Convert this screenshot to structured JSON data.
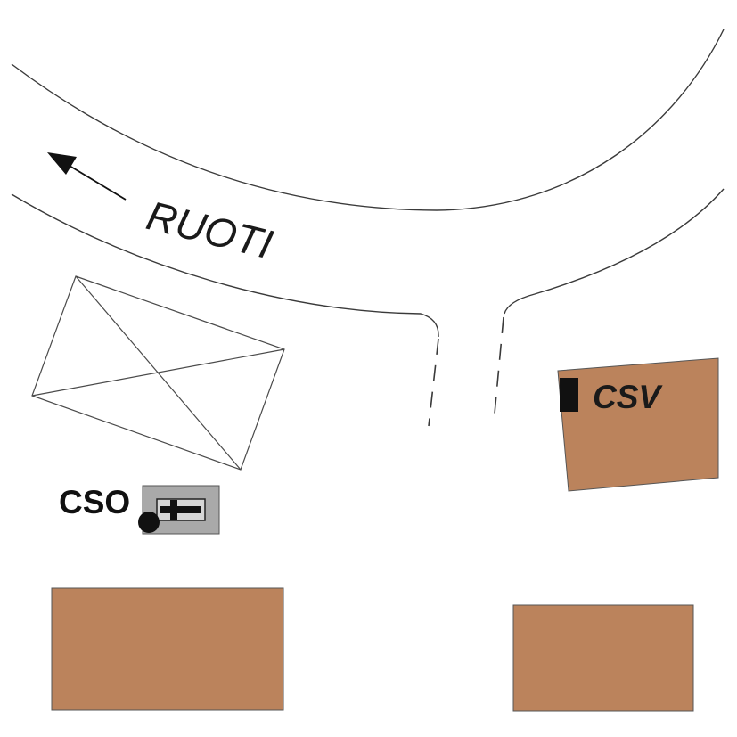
{
  "map": {
    "road": {
      "name": "RUOTI",
      "direction": "arrow-northwest"
    },
    "labels": {
      "csv": "CSV",
      "cso": "CSO"
    },
    "colors": {
      "building": "#bb835c",
      "marker": "#111111",
      "sign_box": "#a9a9a9",
      "sign_inner": "#d6d6d6",
      "road_line": "#3a3a3a"
    },
    "icons": [
      "arrow-icon",
      "pole-icon",
      "sign-icon",
      "csv-marker-icon"
    ]
  }
}
